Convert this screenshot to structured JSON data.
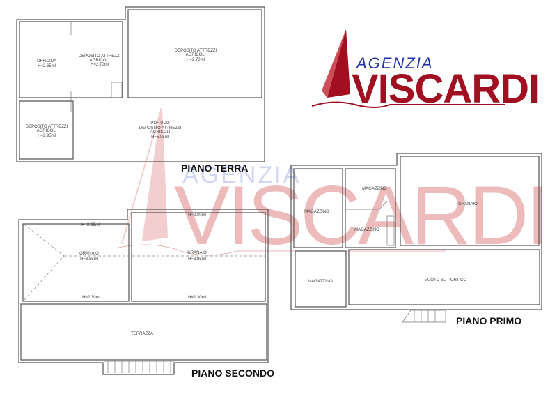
{
  "brand": {
    "line1": "AGENZIA",
    "line2": "VISCARDI",
    "red": "#a01020",
    "blue": "#2233aa"
  },
  "floors": {
    "terra": {
      "title": "PIANO TERRA",
      "rooms": [
        {
          "name": "OFFICINA",
          "height": "H=2.65ml"
        },
        {
          "name": "DEPOSITO ATTREZZI",
          "name2": "AGRICOLI",
          "height": "H=2.70ml"
        },
        {
          "name": "DEPOSITO ATTREZZI",
          "name2": "AGRICOLI",
          "height": "H=2.70ml"
        },
        {
          "name": "DEPOSITO ATTREZZI",
          "name2": "AGRICOLI",
          "height": "H=2.95ml"
        },
        {
          "name": "PORTICO",
          "name2": "DEPOSITO ATTREZZI",
          "name3": "AGRICOLI",
          "height": "H=5.05ml"
        }
      ]
    },
    "secondo": {
      "title": "PIANO SECONDO",
      "labels": [
        "H=2.65ml",
        "H=2.30ml",
        "GRANAIO",
        "H=3.85ml",
        "GRANAIO",
        "H=3.85ml",
        "H=2.30ml",
        "H=2.30ml",
        "TERRAZZA"
      ]
    },
    "primo": {
      "title": "PIANO PRIMO",
      "labels": [
        "MAGAZZINO",
        "MAGAZZINO",
        "MAGAZZINO",
        "GRANAIO",
        "MAGAZZINO",
        "VUOTO SU PORTICO"
      ]
    }
  }
}
